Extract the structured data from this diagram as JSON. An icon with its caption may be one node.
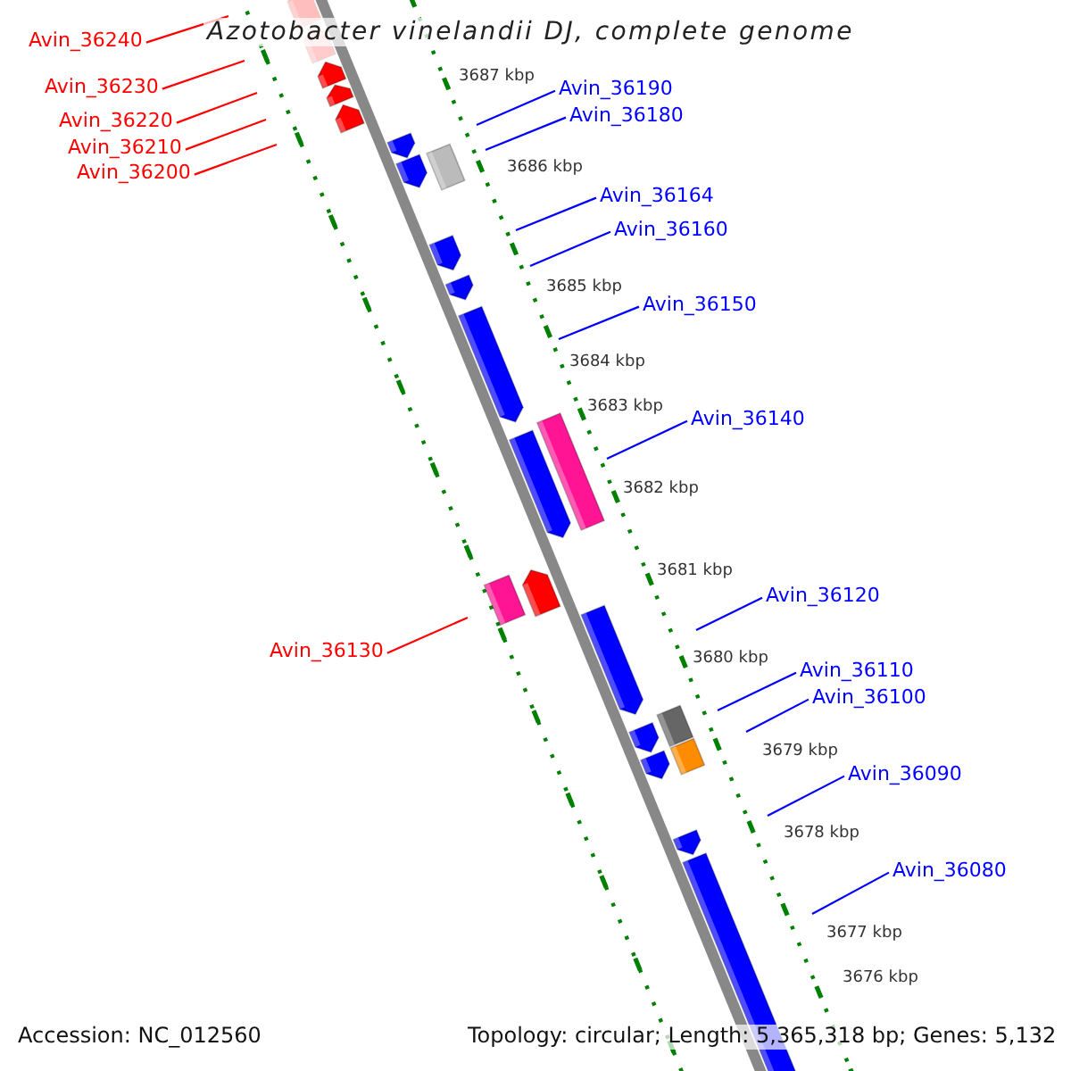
{
  "diagram": {
    "title": "Azotobacter vinelandii DJ, complete genome",
    "nodes": [
      {
        "text": [
          "Avin_36240"
        ]
      },
      {
        "text": [
          "Avin_36230"
        ]
      },
      {
        "text": [
          "Avin_36220"
        ]
      },
      {
        "text": [
          "Avin_36210"
        ]
      },
      {
        "text": [
          "Avin_36200"
        ]
      },
      {
        "text": [
          "Avin_36190"
        ]
      },
      {
        "text": [
          "Avin_36180"
        ]
      },
      {
        "text": [
          "Avin_36164"
        ]
      },
      {
        "text": [
          "Avin_36160"
        ]
      },
      {
        "text": [
          "Avin_36150"
        ]
      },
      {
        "text": [
          "Avin_36140"
        ]
      },
      {
        "text": [
          "Avin_36120"
        ]
      },
      {
        "text": [
          "Avin_36130"
        ]
      },
      {
        "text": [
          "Avin_36110"
        ]
      },
      {
        "text": [
          "Avin_36100"
        ]
      },
      {
        "text": [
          "Avin_36090"
        ]
      },
      {
        "text": [
          "Avin_36080"
        ]
      }
    ],
    "edges": [
      {
        "from": 0,
        "to": null,
        "arrow": "none",
        "color": "#ff0000"
      },
      {
        "from": 1,
        "to": null,
        "arrow": "none",
        "color": "#ff0000"
      },
      {
        "from": 2,
        "to": null,
        "arrow": "none",
        "color": "#ff0000"
      },
      {
        "from": 3,
        "to": null,
        "arrow": "none",
        "color": "#ff0000"
      },
      {
        "from": 4,
        "to": null,
        "arrow": "none",
        "color": "#ff0000"
      },
      {
        "from": 5,
        "to": null,
        "arrow": "none"
      },
      {
        "from": 6,
        "to": null,
        "arrow": "none"
      },
      {
        "from": 7,
        "to": null,
        "arrow": "none"
      },
      {
        "from": 8,
        "to": null,
        "arrow": "none"
      },
      {
        "from": 9,
        "to": null,
        "arrow": "none"
      },
      {
        "from": 10,
        "to": null,
        "arrow": "none"
      },
      {
        "from": 11,
        "to": null,
        "arrow": "none"
      },
      {
        "from": 12,
        "to": null,
        "arrow": "none",
        "color": "#ff0000"
      },
      {
        "from": 13,
        "to": null,
        "arrow": "none"
      },
      {
        "from": 14,
        "to": null,
        "arrow": "none"
      },
      {
        "from": 15,
        "to": null,
        "arrow": "none"
      },
      {
        "from": 16,
        "to": null,
        "arrow": "none"
      }
    ],
    "labels": [
      "3687 kbp",
      "3686 kbp",
      "3685 kbp",
      "3684 kbp",
      "3683 kbp",
      "3682 kbp",
      "3681 kbp",
      "3680 kbp",
      "3679 kbp",
      "3678 kbp",
      "3677 kbp",
      "3676 kbp",
      "Accession: NC_012560",
      "Topology: circular; Length: 5,365,318 bp; Genes: 5,132"
    ]
  }
}
